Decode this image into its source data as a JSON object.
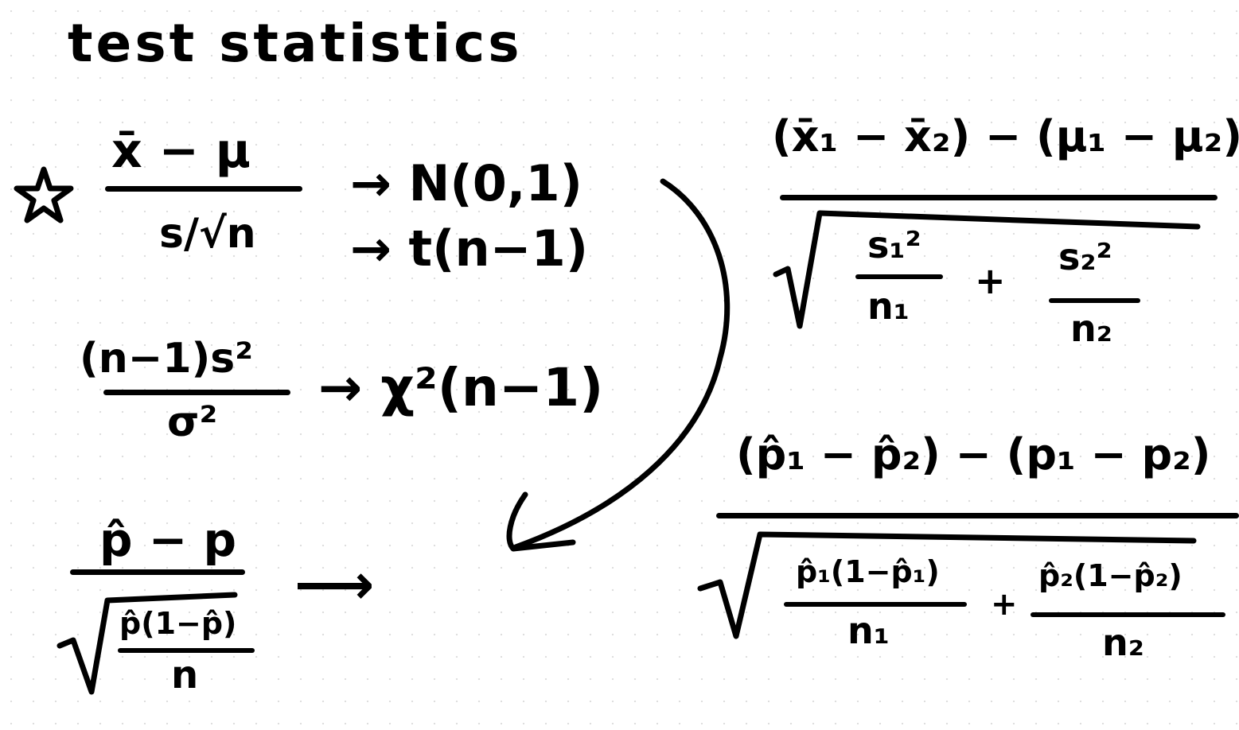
{
  "title": "test statistics",
  "star_icon": "star-icon",
  "one_sample_mean": {
    "numerator": "x̄ − μ",
    "denominator": "s/√n",
    "dist_normal": "→ N(0,1)",
    "dist_t": "→ t(n−1)"
  },
  "variance": {
    "numerator": "(n−1)s²",
    "denominator": "σ²",
    "dist": "→ χ²(n−1)"
  },
  "one_sample_proportion": {
    "numerator": "p̂ − p",
    "radicand_numerator": "p̂(1−p̂)",
    "radicand_denominator": "n",
    "arrow": "⟶"
  },
  "two_sample_mean": {
    "numerator": "(x̄₁ − x̄₂) − (μ₁ − μ₂)",
    "term1_num": "s₁²",
    "term1_den": "n₁",
    "plus": "+",
    "term2_num": "s₂²",
    "term2_den": "n₂"
  },
  "two_sample_proportion": {
    "numerator": "(p̂₁ − p̂₂) − (p₁ − p₂)",
    "term1_num": "p̂₁(1−p̂₁)",
    "term1_den": "n₁",
    "plus": "+",
    "term2_num": "p̂₂(1−p̂₂)",
    "term2_den": "n₂"
  }
}
